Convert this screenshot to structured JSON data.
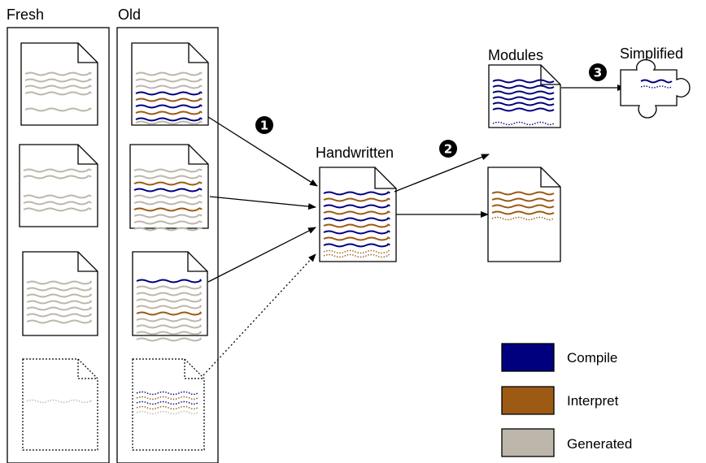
{
  "columns": {
    "fresh": "Fresh",
    "old": "Old"
  },
  "labels": {
    "handwritten": "Handwritten",
    "modules": "Modules",
    "simplified": "Simplified"
  },
  "steps": [
    "1",
    "2",
    "3"
  ],
  "legend": [
    {
      "label": "Compile",
      "color": "#00007f"
    },
    {
      "label": "Interpret",
      "color": "#9c5a14"
    },
    {
      "label": "Generated",
      "color": "#bdb6aa"
    }
  ],
  "colors": {
    "compile": "#00007f",
    "interpret": "#9c5a14",
    "generated": "#bdb6aa"
  }
}
